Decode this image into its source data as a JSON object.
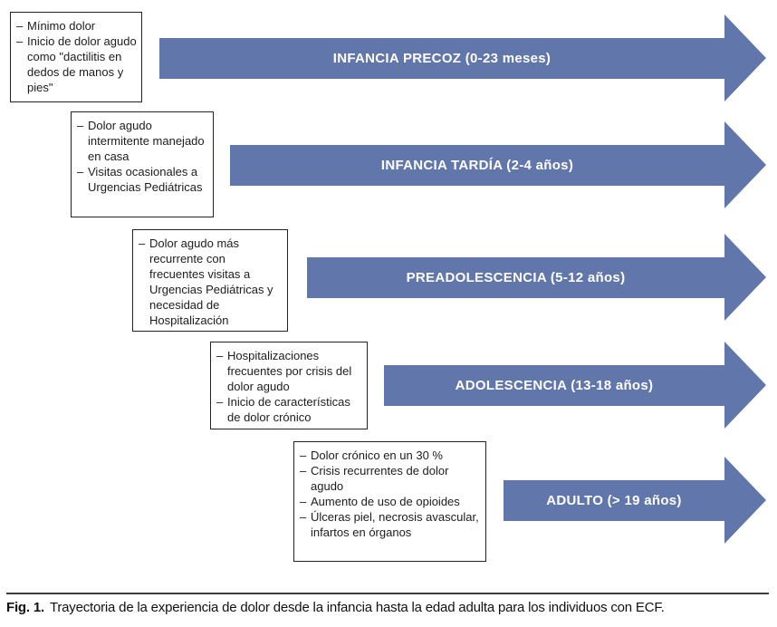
{
  "colors": {
    "arrow_fill": "#6176ab",
    "arrow_text": "#ffffff",
    "box_border": "#222222",
    "caption_rule": "#3c3c3c"
  },
  "diagram": {
    "bullet_marker": "–",
    "stages": [
      {
        "label": "INFANCIA PRECOZ (0-23 meses)",
        "box_items": [
          "Mínimo dolor",
          "Inicio de dolor agudo como \"dactilitis en dedos de manos y pies\""
        ]
      },
      {
        "label": "INFANCIA TARDÍA (2-4 años)",
        "box_items": [
          "Dolor agudo intermitente manejado en casa",
          "Visitas ocasionales a Urgencias Pediátricas"
        ]
      },
      {
        "label": "PREADOLESCENCIA (5-12 años)",
        "box_items": [
          "Dolor agudo más recurrente con frecuentes visitas a Urgencias Pediátricas y necesidad de Hospitalización"
        ]
      },
      {
        "label": "ADOLESCENCIA (13-18 años)",
        "box_items": [
          "Hospitalizaciones frecuentes por crisis del dolor agudo",
          "Inicio de características de dolor crónico"
        ]
      },
      {
        "label": "ADULTO (> 19 años)",
        "box_items": [
          "Dolor crónico en un 30 %",
          "Crisis recurrentes de dolor agudo",
          "Aumento de uso de opioides",
          "Úlceras piel, necrosis avascular, infartos en órganos"
        ]
      }
    ]
  },
  "caption": {
    "label": "Fig. 1.",
    "text": "Trayectoria de la experiencia de dolor desde la infancia hasta la edad adulta para los individuos con ECF."
  }
}
